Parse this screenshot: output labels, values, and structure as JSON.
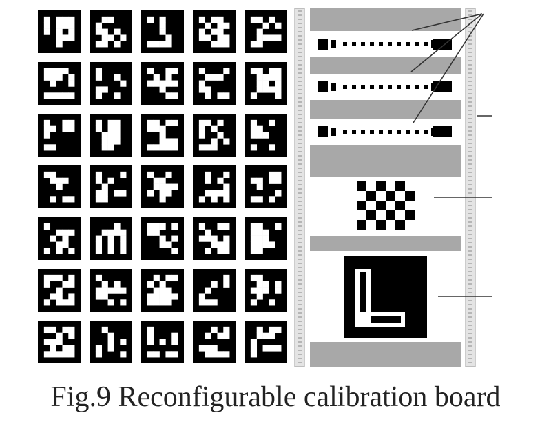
{
  "figure": {
    "caption": "Fig.9 Reconfigurable calibration board",
    "colors": {
      "marker_black": "#000000",
      "marker_white": "#ffffff",
      "panel_gray": "#a8a8a8",
      "rail_gray": "#d8d8d8",
      "leader_line": "#333333"
    },
    "marker_grid": {
      "rows": 7,
      "cols": 5,
      "type": "binary fiducial markers"
    },
    "board_modules": [
      "dot-strip-1",
      "dot-strip-2",
      "dot-strip-3",
      "checker-pattern",
      "l-shape-marker"
    ],
    "dot_strip_pattern": [
      "big",
      "small",
      "small",
      "small",
      "small",
      "small",
      "small",
      "small",
      "small",
      "small",
      "small",
      "big"
    ]
  }
}
